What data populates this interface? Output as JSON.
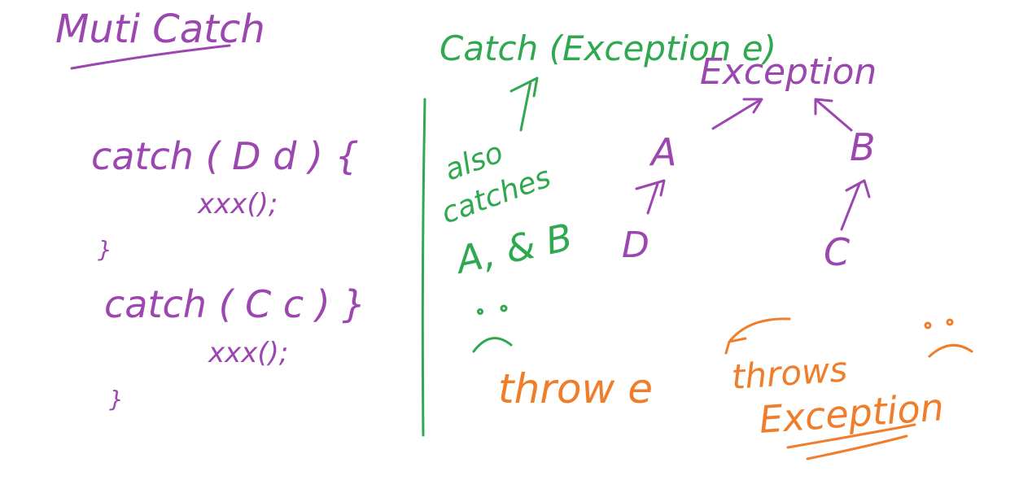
{
  "colors": {
    "purple": "#9c46b0",
    "green": "#2fa84f",
    "orange": "#f07d2a",
    "background": "#ffffff"
  },
  "title": "Muti Catch",
  "code": {
    "catch1": "catch ( D d ) {",
    "body1": "xxx();",
    "close1": "}",
    "catch2": "catch ( C   c ) }",
    "body2": "xxx();",
    "close2": "}"
  },
  "middle": {
    "top_catch": "Catch (Exception e)",
    "note_line1": "also",
    "note_line2": "catches",
    "note_line3": "A, & B",
    "throw_text": "throw e"
  },
  "hierarchy": {
    "root": "Exception",
    "a": "A",
    "b": "B",
    "c": "C",
    "d": "D"
  },
  "right_note": {
    "line1": "throws",
    "line2": "Exception"
  }
}
